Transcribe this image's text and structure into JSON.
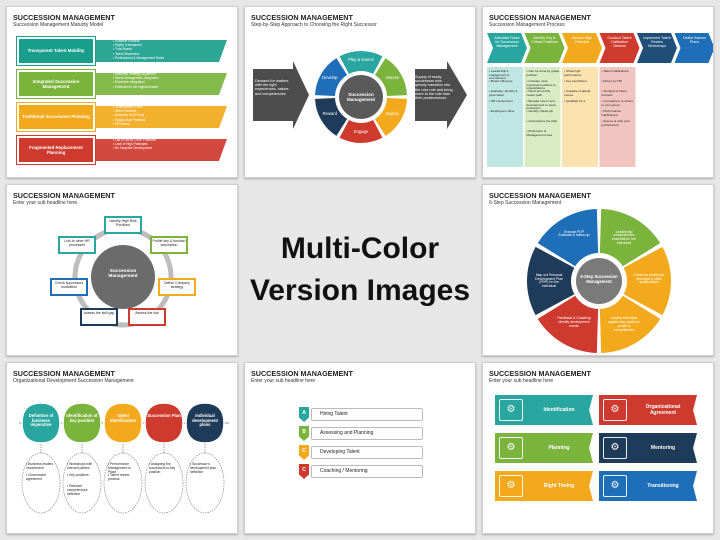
{
  "center": {
    "line1": "Multi-Color",
    "line2": "Version Images"
  },
  "s1": {
    "title": "SUCCESSION MANAGEMENT",
    "subtitle": "Succession Management Maturity Model",
    "rows": [
      {
        "label": "Transparent Talent Mobility",
        "color": "#1a9e8c",
        "bullets": [
          "Scalable Process",
          "Highly Transparent",
          "Trust Based",
          "Talent Movement",
          "Professional & Management Roles"
        ]
      },
      {
        "label": "Integrated Succession Management",
        "color": "#7ab43c",
        "bullets": [
          "Business Strategy Alignment",
          "Talent Management Integration",
          "Extensive Integration",
          "Extended to the highest leader"
        ]
      },
      {
        "label": "Traditional Succession Planning",
        "color": "#f2a91b",
        "bullets": [
          "Development Plans",
          "Talent Reviews",
          "Business Unit Focus",
          "Supply-Gap Positions",
          "HR Driven"
        ]
      },
      {
        "label": "Fragmented Replacement Planning",
        "color": "#cf3a2e",
        "bullets": [
          "List of Senior Level Positions",
          "Lack of High Potentials",
          "No Targeted Development"
        ]
      }
    ]
  },
  "s2": {
    "title": "SUCCESSION MANAGEMENT",
    "subtitle": "Step-by-Step Approach to Choosing the Right Successor",
    "left": "Demand for leaders with the right experiences, values and competencies",
    "right": "Supply of ready successors who quickly transition into the new role and bring more to the role than their predecessors",
    "hub": "Succession Management",
    "segments": [
      "Play & source",
      "Assess",
      "Deploy",
      "Engage",
      "Reward",
      "Develop"
    ]
  },
  "s3": {
    "title": "SUCCESSION MANAGEMENT",
    "subtitle": "Succession Management Process",
    "steps": [
      {
        "h": "Articulate Roles for Succession Management",
        "c": "#2aa6a0",
        "items": [
          "Leadership's engagement & commitment",
          "Board Influence",
          "Evaluate, identify & grow talent",
          "HR involvement",
          "Employee's drive"
        ]
      },
      {
        "h": "Identify Key & Critical Positions",
        "c": "#7ab43c",
        "items": [
          "Can be done by grade position",
          "Includes most important positions to organizations",
          "Need job profile, career path",
          "Broader role in and development to same profession",
          "Identify critical job",
          "Governance the plan",
          "Profession & Management roles"
        ]
      },
      {
        "h": "Assess High Potential",
        "c": "#f2a91b",
        "items": [
          "Show high performance",
          "Key contributor",
          "Capable of lateral moves",
          "Qualified for a"
        ]
      },
      {
        "h": "Conduct Talent Calibration Session",
        "c": "#cf3a2e",
        "items": [
          "Talent Calibrations",
          "Driven by HR",
          "Simplest & future focused",
          "Comparison to others in your group",
          "Performance Calibrations",
          "Assess & rank your performance"
        ]
      },
      {
        "h": "Implement Talent Review Workshops",
        "c": "#1f4e79",
        "items": []
      },
      {
        "h": "Define Actions Plans",
        "c": "#1f6fb8",
        "items": []
      }
    ]
  },
  "s4": {
    "title": "SUCCESSION MANAGEMENT",
    "subtitle": "Enter your sub headline here",
    "hub": "Succession Management",
    "nodes": [
      {
        "t": "Identify High Risk Positions",
        "c": "#2aa6a0"
      },
      {
        "t": "Profile key & function description",
        "c": "#7ab43c"
      },
      {
        "t": "Define Company strategy",
        "c": "#f2a91b"
      },
      {
        "t": "Assess the risk",
        "c": "#cf3a2e"
      },
      {
        "t": "Assess the skill gap",
        "c": "#1f3b5a"
      },
      {
        "t": "Check successors motivation",
        "c": "#1f6fb8"
      },
      {
        "t": "Link to other HR processes",
        "c": "#2aa6a0"
      }
    ]
  },
  "s5": {
    "title": "SUCCESSION MANAGEMENT",
    "subtitle": "6-Step Succession Management",
    "hub": "6-Step Succession Management",
    "segments": [
      {
        "t": "Leadership competencies essential for the individual",
        "c": "#7ab43c"
      },
      {
        "t": "Check for functional, technical & skills qualifications",
        "c": "#f2a91b"
      },
      {
        "t": "Assess individual against key positions' profile & competencies",
        "c": "#f2a91b"
      },
      {
        "t": "Feedback & Coaching identify development needs",
        "c": "#cf3a2e"
      },
      {
        "t": "Map out Personal Development Plan (PDP) for the individual",
        "c": "#1f3b5a"
      },
      {
        "t": "Execute PDP Evaluate & follow-up",
        "c": "#1f6fb8"
      }
    ]
  },
  "s6": {
    "title": "SUCCESSION MANAGEMENT",
    "subtitle": "Organizational Development Succession Management",
    "items": [
      {
        "h": "Definition of business imperative",
        "c": "#2aa6a0",
        "b": [
          "Business leaders involvement",
          "Governance agreement"
        ]
      },
      {
        "h": "Identification of key position",
        "c": "#7ab43c",
        "b": [
          "Workshops with relevant parties",
          "Key positions",
          "Relevant competencies definition"
        ]
      },
      {
        "h": "Talent Identification",
        "c": "#f2a91b",
        "b": [
          "Performance Management in Place",
          "Talent review process"
        ]
      },
      {
        "h": "Succession Plan",
        "c": "#cf3a2e",
        "b": [
          "Assigning the successors to key position"
        ]
      },
      {
        "h": "Individual development plans",
        "c": "#1f3b5a",
        "b": [
          "Successor's development plan definition"
        ]
      }
    ]
  },
  "s7": {
    "title": "SUCCESSION MANAGEMENT",
    "subtitle": "Enter your sub headline here",
    "rows": [
      {
        "k": "A",
        "t": "Hiring Talent",
        "c": "#2aa6a0"
      },
      {
        "k": "B",
        "t": "Assessing and Planning",
        "c": "#7ab43c"
      },
      {
        "k": "C",
        "t": "Developing Talent",
        "c": "#f2a91b"
      },
      {
        "k": "C",
        "t": "Coaching / Mentoring",
        "c": "#cf3a2e"
      }
    ]
  },
  "s8": {
    "title": "SUCCESSION MANAGEMENT",
    "subtitle": "Enter your sub headline here",
    "tiles": [
      {
        "t": "Identification",
        "c": "#2aa6a0"
      },
      {
        "t": "Organizational Agreement",
        "c": "#cf3a2e"
      },
      {
        "t": "Planning",
        "c": "#7ab43c"
      },
      {
        "t": "Mentoring",
        "c": "#1f3b5a"
      },
      {
        "t": "Right Timing",
        "c": "#f2a91b"
      },
      {
        "t": "Transitioning",
        "c": "#1f6fb8"
      }
    ]
  }
}
